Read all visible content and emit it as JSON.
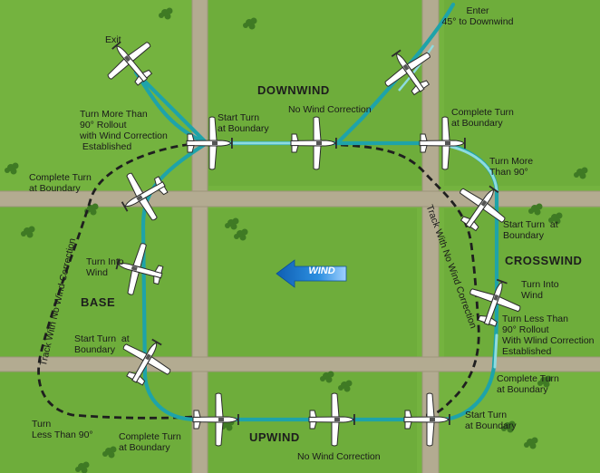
{
  "colors": {
    "field": "#74b33f",
    "field_alt": "#69a737",
    "road": "#b3ab91",
    "road_edge": "#9c957c",
    "track": "#1ea3a9",
    "track_light": "#8edbe0",
    "no_correction": "#1f1f1f",
    "wind_arrow": "#1e74c6",
    "plane_body": "#ffffff",
    "plane_outline": "#2b2b2b",
    "tree": "#3f7a24"
  },
  "icons": [
    "airplane-icon",
    "wind-arrow-icon",
    "tree-icon"
  ],
  "legs": {
    "downwind": "DOWNWIND",
    "crosswind": "CROSSWIND",
    "upwind": "UPWIND",
    "base": "BASE"
  },
  "wind_label": "WIND",
  "labels": {
    "exit": "Exit",
    "enter": "Enter\n45° to Downwind",
    "turn_more_rollout": "Turn More Than\n90° Rollout\nwith Wind Correction\n Established",
    "start_turn_boundary_top": "Start Turn\nat Boundary",
    "no_wind_correction_top": "No Wind Correction",
    "complete_turn_top_right": "Complete Turn\nat Boundary",
    "turn_more_than_90": "Turn More\nThan 90°",
    "start_turn_right": "Start Turn  at\nBoundary",
    "turn_into_wind_right": "Turn Into\nWind",
    "turn_less_rollout": "Turn Less Than\n90° Rollout\nWith Wlind Correction\nEstablished",
    "complete_turn_bottom_right": "Complete Turn\nat Boundary",
    "start_turn_bottom_right": "Start Turn\nat Boundary",
    "no_wind_correction_bottom": "No Wind Correction",
    "complete_turn_bottom_left": "Complete Turn\nat Boundary",
    "turn_less_than_90": "Turn\nLess Than 90°",
    "start_turn_left": "Start Turn  at\nBoundary",
    "turn_into_wind_left": "Turn Into\nWind",
    "complete_turn_left": "Complete Turn\nat Boundary",
    "track_with_no_correction_left": "Track With No Wind Correction",
    "track_with_no_correction_right": "Track With No Wind Correction"
  }
}
